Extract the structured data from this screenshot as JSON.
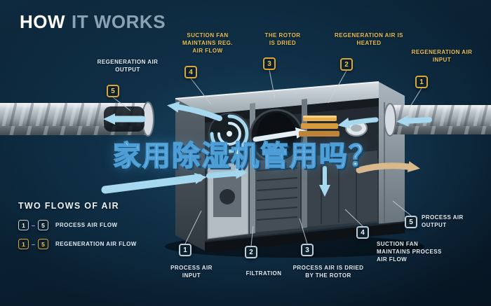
{
  "title": {
    "word1": "HOW",
    "word2": "IT WORKS"
  },
  "watermark": {
    "text": "家用除湿机管用吗？"
  },
  "callouts": [
    {
      "num": "5",
      "label": "REGENERATION AIR OUTPUT"
    },
    {
      "num": "4",
      "label": "SUCTION FAN MAINTAINS REG. AIR FLOW"
    },
    {
      "num": "3",
      "label": "THE ROTOR IS DRIED"
    },
    {
      "num": "2",
      "label": "REGENERATION AIR IS HEATED"
    },
    {
      "num": "1",
      "label": "REGENERATION AIR INPUT"
    },
    {
      "num": "5",
      "label": "PROCESS AIR OUTPUT"
    },
    {
      "num": "4",
      "label": "SUCTION FAN MAINTAINS PROCESS AIR FLOW"
    },
    {
      "num": "3",
      "label": "PROCESS AIR IS DRIED BY THE ROTOR"
    },
    {
      "num": "2",
      "label": "FILTRATION"
    },
    {
      "num": "1",
      "label": "PROCESS AIR INPUT"
    }
  ],
  "legend": {
    "heading": "TWO FLOWS OF AIR",
    "rows": [
      {
        "from": "1",
        "dash": "–",
        "to": "5",
        "label": "PROCESS AIR FLOW"
      },
      {
        "from": "1",
        "dash": "–",
        "to": "5",
        "label": "REGENERATION AIR FLOW"
      }
    ]
  },
  "colors": {
    "background": "#0b2334",
    "accent_gold": "#d7a63d",
    "arrow_blue": "#a6d9ef",
    "arrow_tan": "#d9b88c",
    "label_white": "#e2ebf2",
    "label_gold": "#e9be55"
  }
}
